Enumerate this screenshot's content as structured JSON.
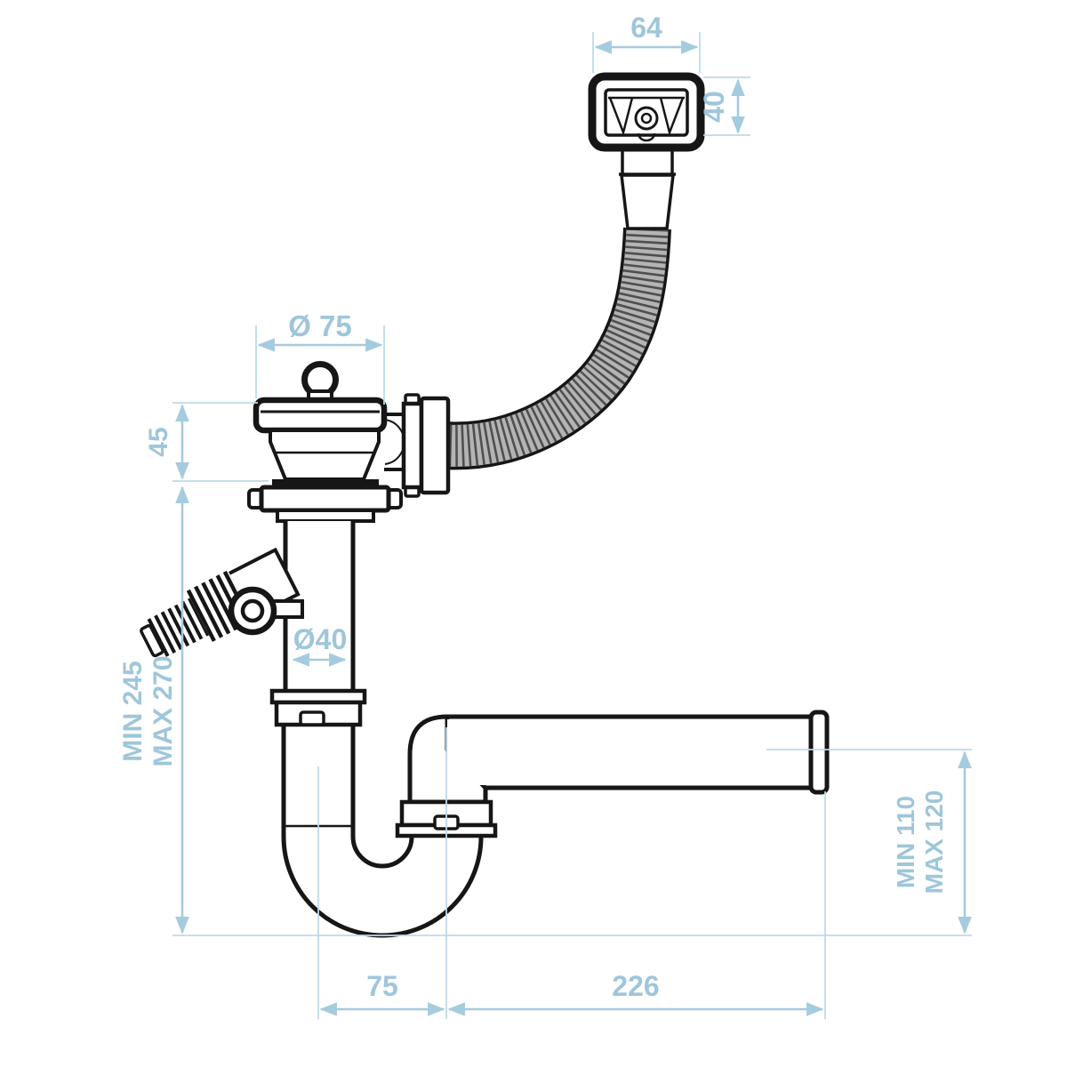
{
  "diagram": {
    "kind": "technical-drawing",
    "subject": "sink drain siphon with overflow hose, washing machine inlet, P-trap and horizontal outlet",
    "colors": {
      "dimension_blue": "#a5cbde",
      "text_blue": "#9fc6da",
      "outline_black": "#161616",
      "hose_gray": "#b4b4b4",
      "background": "#ffffff"
    },
    "dims": {
      "overflow_width": "64",
      "overflow_height": "40",
      "strainer_diameter": "Ø 75",
      "strainer_body_height": "45",
      "height_min": "MIN 245",
      "height_max": "MAX 270",
      "pipe_diameter": "Ø40",
      "outlet_height_min": "MIN 110",
      "outlet_height_max": "MAX 120",
      "trap_offset": "75",
      "outlet_length": "226"
    }
  }
}
